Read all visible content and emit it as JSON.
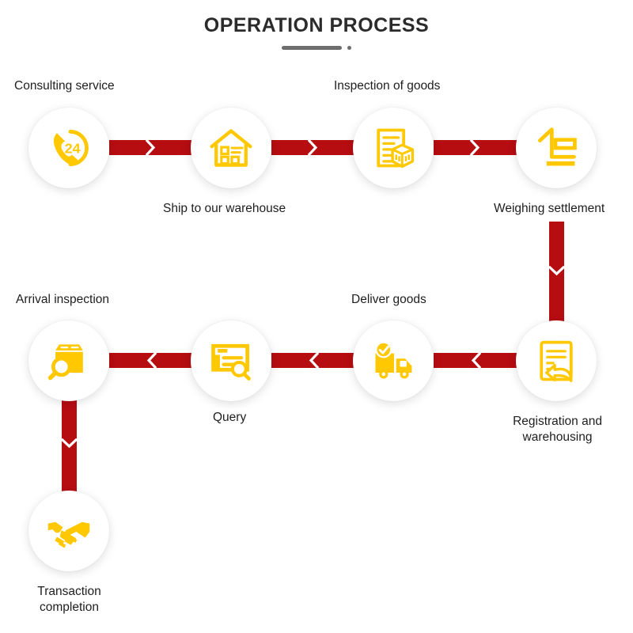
{
  "header": {
    "title": "OPERATION PROCESS",
    "rule": {
      "bar": "",
      "dot": ""
    }
  },
  "theme": {
    "icon_color": "#FFC800",
    "connector_color": "#B60D11",
    "node_bg": "#FFFFFF",
    "text_color": "#1E1E1E",
    "title_color": "#2B2B2B",
    "rule_color": "#6E6E6E",
    "page_bg": "#FFFFFF"
  },
  "diagram": {
    "type": "process-flow",
    "direction_row1": "left-to-right",
    "direction_row2": "right-to-left",
    "steps": [
      {
        "id": 1,
        "label": "Consulting service",
        "icon": "phone-24-support-icon",
        "label_position": "above"
      },
      {
        "id": 2,
        "label": "Ship to our warehouse",
        "icon": "warehouse-house-icon",
        "label_position": "below"
      },
      {
        "id": 3,
        "label": "Inspection of goods",
        "icon": "document-box-inspect-icon",
        "label_position": "above"
      },
      {
        "id": 4,
        "label": "Weighing settlement",
        "icon": "weighing-scale-icon",
        "label_position": "below"
      },
      {
        "id": 5,
        "label": "Registration and\nwarehousing",
        "icon": "document-arrow-icon",
        "label_position": "below"
      },
      {
        "id": 6,
        "label": "Deliver goods",
        "icon": "delivery-truck-icon",
        "label_position": "above"
      },
      {
        "id": 7,
        "label": "Query",
        "icon": "document-search-icon",
        "label_position": "below"
      },
      {
        "id": 8,
        "label": "Arrival inspection",
        "icon": "box-magnifier-icon",
        "label_position": "above"
      },
      {
        "id": 9,
        "label": "Transaction\ncompletion",
        "icon": "handshake-icon",
        "label_position": "below"
      }
    ],
    "connectors": [
      {
        "from": 1,
        "to": 2,
        "orientation": "horizontal",
        "arrow": "right"
      },
      {
        "from": 2,
        "to": 3,
        "orientation": "horizontal",
        "arrow": "right"
      },
      {
        "from": 3,
        "to": 4,
        "orientation": "horizontal",
        "arrow": "right"
      },
      {
        "from": 4,
        "to": 5,
        "orientation": "vertical",
        "arrow": "down"
      },
      {
        "from": 5,
        "to": 6,
        "orientation": "horizontal",
        "arrow": "left"
      },
      {
        "from": 6,
        "to": 7,
        "orientation": "horizontal",
        "arrow": "left"
      },
      {
        "from": 7,
        "to": 8,
        "orientation": "horizontal",
        "arrow": "left"
      },
      {
        "from": 8,
        "to": 9,
        "orientation": "vertical",
        "arrow": "down"
      }
    ]
  }
}
